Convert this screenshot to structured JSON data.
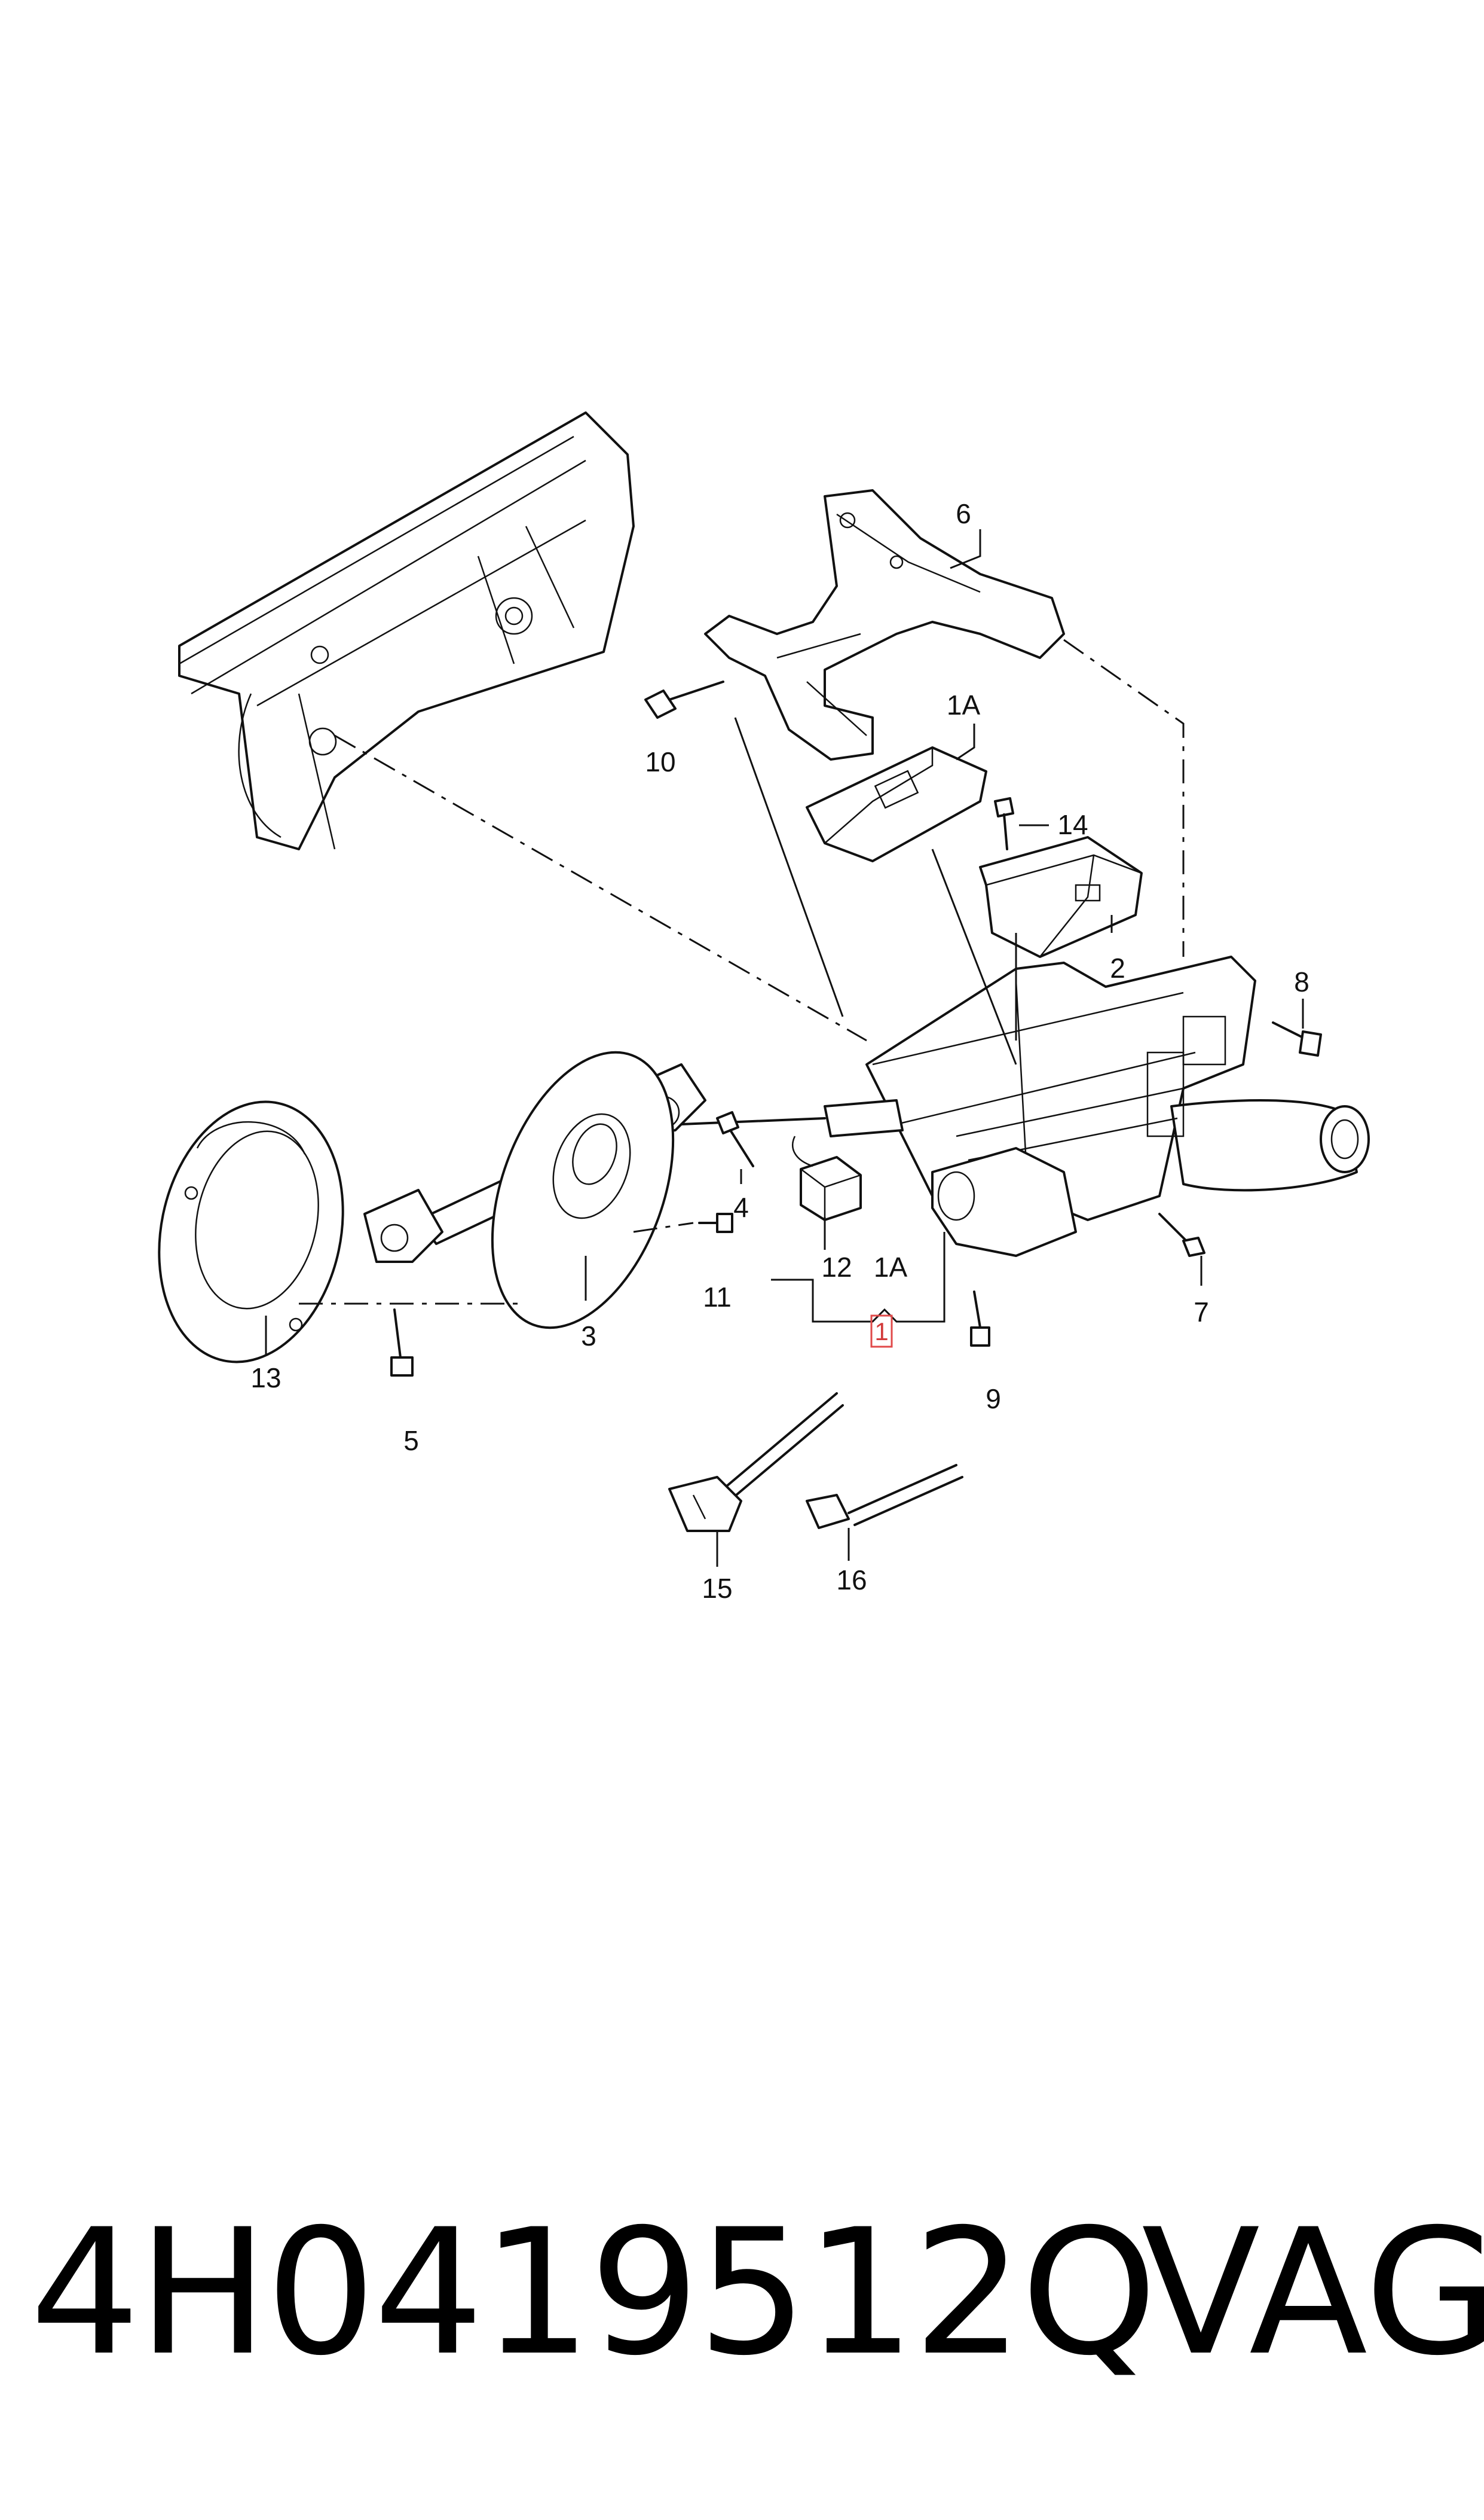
{
  "diagram": {
    "callouts": [
      {
        "id": "6",
        "text": "6"
      },
      {
        "id": "1A-top",
        "text": "1A"
      },
      {
        "id": "10",
        "text": "10"
      },
      {
        "id": "14",
        "text": "14"
      },
      {
        "id": "2",
        "text": "2"
      },
      {
        "id": "8",
        "text": "8"
      },
      {
        "id": "4",
        "text": "4"
      },
      {
        "id": "11",
        "text": "11"
      },
      {
        "id": "3",
        "text": "3"
      },
      {
        "id": "13",
        "text": "13"
      },
      {
        "id": "5",
        "text": "5"
      },
      {
        "id": "12",
        "text": "12"
      },
      {
        "id": "1A-bottom",
        "text": "1A"
      },
      {
        "id": "1",
        "text": "1"
      },
      {
        "id": "7",
        "text": "7"
      },
      {
        "id": "9",
        "text": "9"
      },
      {
        "id": "15",
        "text": "15"
      },
      {
        "id": "16",
        "text": "16"
      }
    ]
  },
  "footer": {
    "part_number": "4H0419512Q",
    "brand": "VAG"
  },
  "colors": {
    "line": "#111111",
    "highlight_box": "#e04a4a"
  }
}
